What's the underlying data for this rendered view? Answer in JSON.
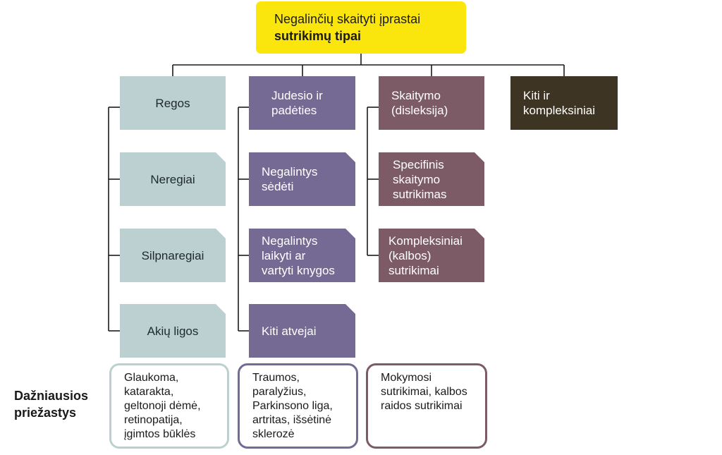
{
  "title": {
    "line1": "Negalinčių skaityti įprastai",
    "line2": "sutrikimų tipai"
  },
  "categories": {
    "vision": "Regos",
    "motion_1": "Judesio ir",
    "motion_2": "padėties",
    "reading_1": "Skaitymo",
    "reading_2": "(disleksija)",
    "other_1": "Kiti ir",
    "other_2": "kompleksiniai"
  },
  "vision_items": [
    "Neregiai",
    "Silpnaregiai",
    "Akių ligos"
  ],
  "motion_items": [
    [
      "Negalintys",
      "sėdėti"
    ],
    [
      "Negalintys",
      "laikyti ar",
      "vartyti knygos"
    ],
    [
      "Kiti atvejai"
    ]
  ],
  "reading_items": [
    [
      "Specifinis",
      "skaitymo",
      "sutrikimas"
    ],
    [
      "Kompleksiniai",
      "(kalbos)",
      "sutrikimai"
    ]
  ],
  "side_label": {
    "line1": "Dažniausios",
    "line2": "priežastys"
  },
  "causes": {
    "vision": "Glaukoma,\nkatarakta,\ngeltonoji dėmė,\nretinopatija,\nįgimtos būklės",
    "motion": "Traumos,\nparalyžius,\nParkinsono liga,\nartritas, išsėtinė\nsklerozė",
    "reading": "Mokymosi\nsutrikimai, kalbos\nraidos sutrikimai"
  },
  "colors": {
    "title": "#fae60c",
    "vision": "#bccfd1",
    "motion": "#746a94",
    "reading": "#7d5b66",
    "other": "#3e3424",
    "connector": "#1a1a1a"
  }
}
